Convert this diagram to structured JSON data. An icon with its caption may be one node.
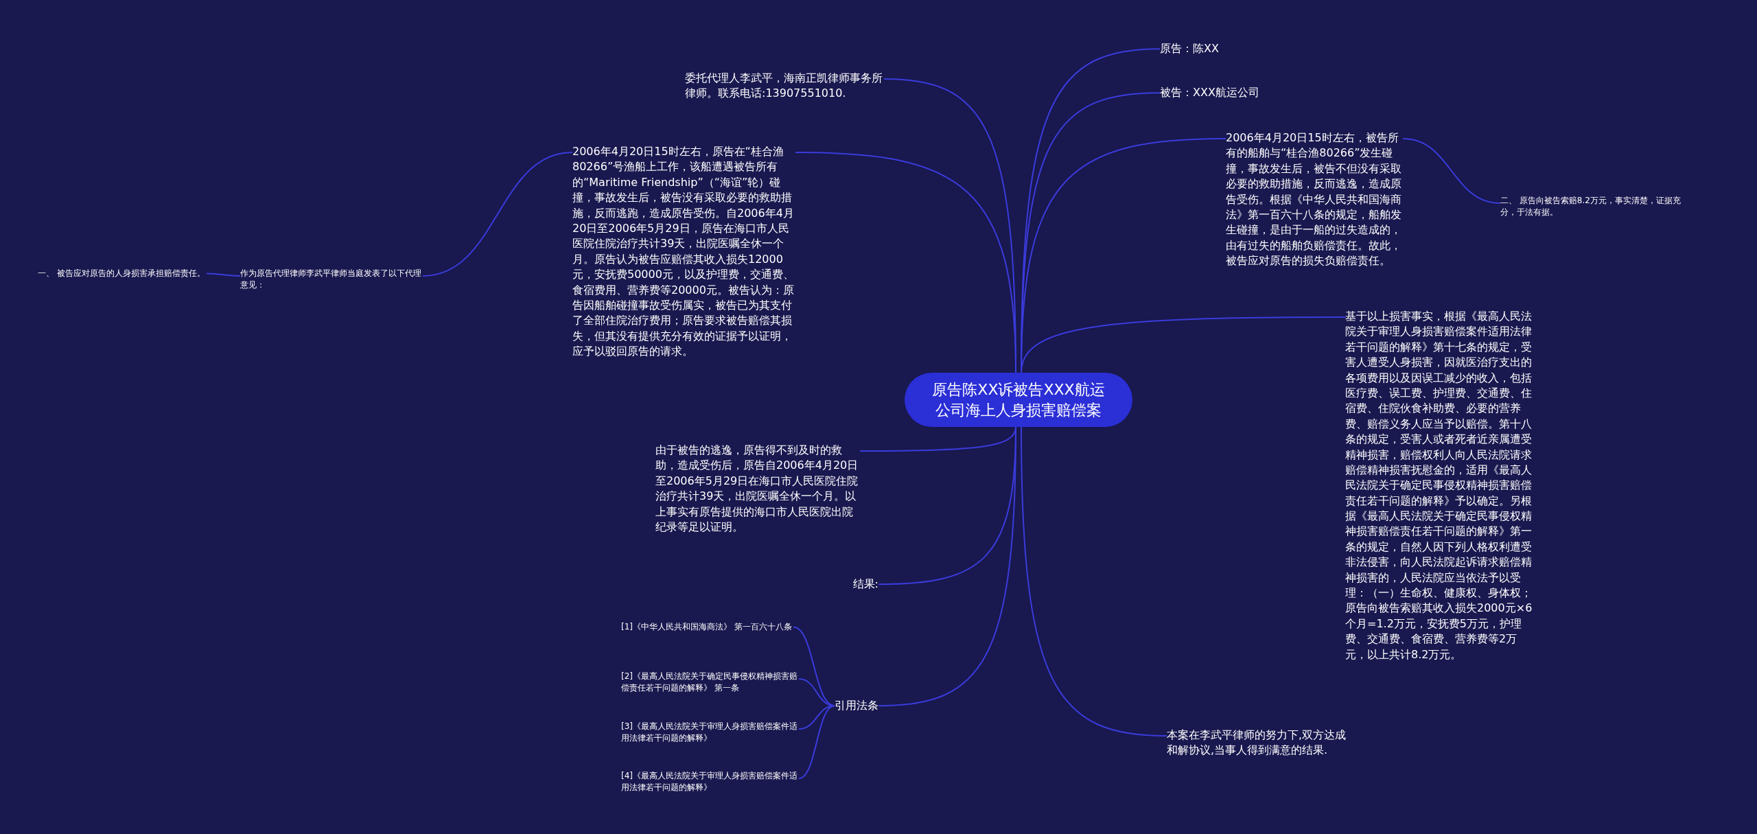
{
  "diagram": {
    "nodes": [
      {
        "text": [
          "原告陈XX诉被告XXX航运公司海上人身损害赔偿案"
        ]
      },
      {
        "text": [
          "原告：陈XX"
        ]
      },
      {
        "text": [
          "被告：XXX航运公司"
        ]
      },
      {
        "text": [
          "2006年4月20日15时左右，被告所有的船舶与“桂合渔80266”发生碰撞，事故发生后，被告不但没有采取必要的救助措施，反而逃逸，造成原告受伤。根据《中华人民共和国海商法》第一百六十八条的规定，船舶发生碰撞，是由于一船的过失造成的，由有过失的船舶负赔偿责任。故此，被告应对原告的损失负赔偿责任。"
        ]
      },
      {
        "text": [
          "二、 原告向被告索赔8.2万元，事实清楚，证据充分，于法有据。"
        ]
      },
      {
        "text": [
          "基于以上损害事实，根据《最高人民法院关于审理人身损害赔偿案件适用法律若干问题的解释》第十七条的规定，受害人遭受人身损害，因就医治疗支出的各项费用以及因误工减少的收入，包括医疗费、误工费、护理费、交通费、住宿费、住院伙食补助费、必要的营养费、赔偿义务人应当予以赔偿。第十八条的规定，受害人或者死者近亲属遭受精神损害，赔偿权利人向人民法院请求赔偿精神损害抚慰金的，适用《最高人民法院关于确定民事侵权精神损害赔偿责任若干问题的解释》予以确定。另根据《最高人民法院关于确定民事侵权精神损害赔偿责任若干问题的解释》第一条的规定，自然人因下列人格权利遭受非法侵害，向人民法院起诉请求赔偿精神损害的，人民法院应当依法予以受理：（一）生命权、健康权、身体权；原告向被告索赔其收入损失2000元×6个月=1.2万元，安抚费5万元，护理费、交通费、食宿费、营养费等2万元，以上共计8.2万元。"
        ]
      },
      {
        "text": [
          "本案在李武平律师的努力下,双方达成和解协议,当事人得到满意的结果."
        ]
      },
      {
        "text": [
          "委托代理人李武平，海南正凯律师事务所律师。联系电话:13907551010."
        ]
      },
      {
        "text": [
          "2006年4月20日15时左右，原告在“桂合渔80266”号渔船上工作，该船遭遇被告所有的“Maritime Friendship”（“海谊”轮）碰撞，事故发生后，被告没有采取必要的救助措施，反而逃跑，造成原告受伤。自2006年4月20日至2006年5月29日，原告在海口市人民医院住院治疗共计39天，出院医嘱全休一个月。原告认为被告应赔偿其收入损失12000元，安抚费50000元，以及护理费，交通费、食宿费用、营养费等20000元。被告认为：原告因船舶碰撞事故受伤属实，被告已为其支付了全部住院治疗费用；原告要求被告赔偿其损失，但其没有提供充分有效的证据予以证明，应予以驳回原告的请求。"
        ]
      },
      {
        "text": [
          "作为原告代理律师李武平律师当庭发表了以下代理意见："
        ]
      },
      {
        "text": [
          "一、 被告应对原告的人身损害承担赔偿责任。"
        ]
      },
      {
        "text": [
          "由于被告的逃逸，原告得不到及时的救助，造成受伤后，原告自2006年4月20日至2006年5月29日在海口市人民医院住院治疗共计39天，出院医嘱全休一个月。以上事实有原告提供的海口市人民医院出院纪录等足以证明。"
        ]
      },
      {
        "text": [
          "结果:"
        ]
      },
      {
        "text": [
          "引用法条"
        ]
      },
      {
        "text": [
          "[1]《中华人民共和国海商法》 第一百六十八条"
        ]
      },
      {
        "text": [
          "[2]《最高人民法院关于确定民事侵权精神损害赔偿责任若干问题的解释》 第一条"
        ]
      },
      {
        "text": [
          "[3]《最高人民法院关于审理人身损害赔偿案件适用法律若干问题的解释》"
        ]
      },
      {
        "text": [
          "[4]《最高人民法院关于审理人身损害赔偿案件适用法律若干问题的解释》"
        ]
      }
    ],
    "edges": [
      {
        "from": 0,
        "to": 1,
        "arrow": "none"
      },
      {
        "from": 0,
        "to": 2,
        "arrow": "none"
      },
      {
        "from": 0,
        "to": 3,
        "arrow": "none"
      },
      {
        "from": 3,
        "to": 4,
        "arrow": "none"
      },
      {
        "from": 0,
        "to": 5,
        "arrow": "none"
      },
      {
        "from": 0,
        "to": 6,
        "arrow": "none"
      },
      {
        "from": 0,
        "to": 7,
        "arrow": "none"
      },
      {
        "from": 0,
        "to": 8,
        "arrow": "none"
      },
      {
        "from": 8,
        "to": 9,
        "arrow": "none"
      },
      {
        "from": 9,
        "to": 10,
        "arrow": "none"
      },
      {
        "from": 0,
        "to": 11,
        "arrow": "none"
      },
      {
        "from": 0,
        "to": 12,
        "arrow": "none"
      },
      {
        "from": 0,
        "to": 13,
        "arrow": "none"
      },
      {
        "from": 13,
        "to": 14,
        "arrow": "none"
      },
      {
        "from": 13,
        "to": 15,
        "arrow": "none"
      },
      {
        "from": 13,
        "to": 16,
        "arrow": "none"
      },
      {
        "from": 13,
        "to": 17,
        "arrow": "none"
      }
    ]
  }
}
